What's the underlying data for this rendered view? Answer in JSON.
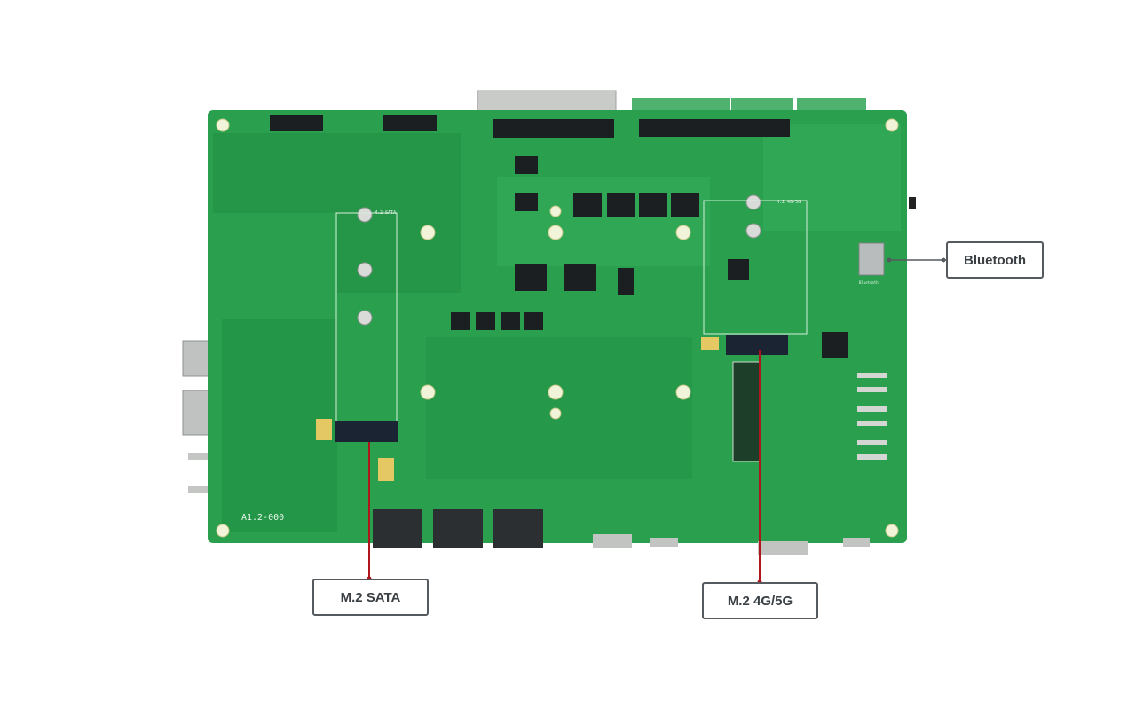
{
  "board": {
    "version_silkscreen": "A1.2-000",
    "sata_slot_silkscreen": "M.2 SATA",
    "wwan_slot_silkscreen": "M.2 4G/5G",
    "bluetooth_module_silkscreen": "Bluetooth"
  },
  "callouts": {
    "bluetooth": "Bluetooth",
    "m2_sata": "M.2 SATA",
    "m2_4g5g": "M.2 4G/5G"
  },
  "colors": {
    "pcb": "#2aa04e",
    "pcb_dark": "#1f8a3f",
    "callout_line": "#b0151c",
    "callout_line_bt": "#555a5f"
  }
}
